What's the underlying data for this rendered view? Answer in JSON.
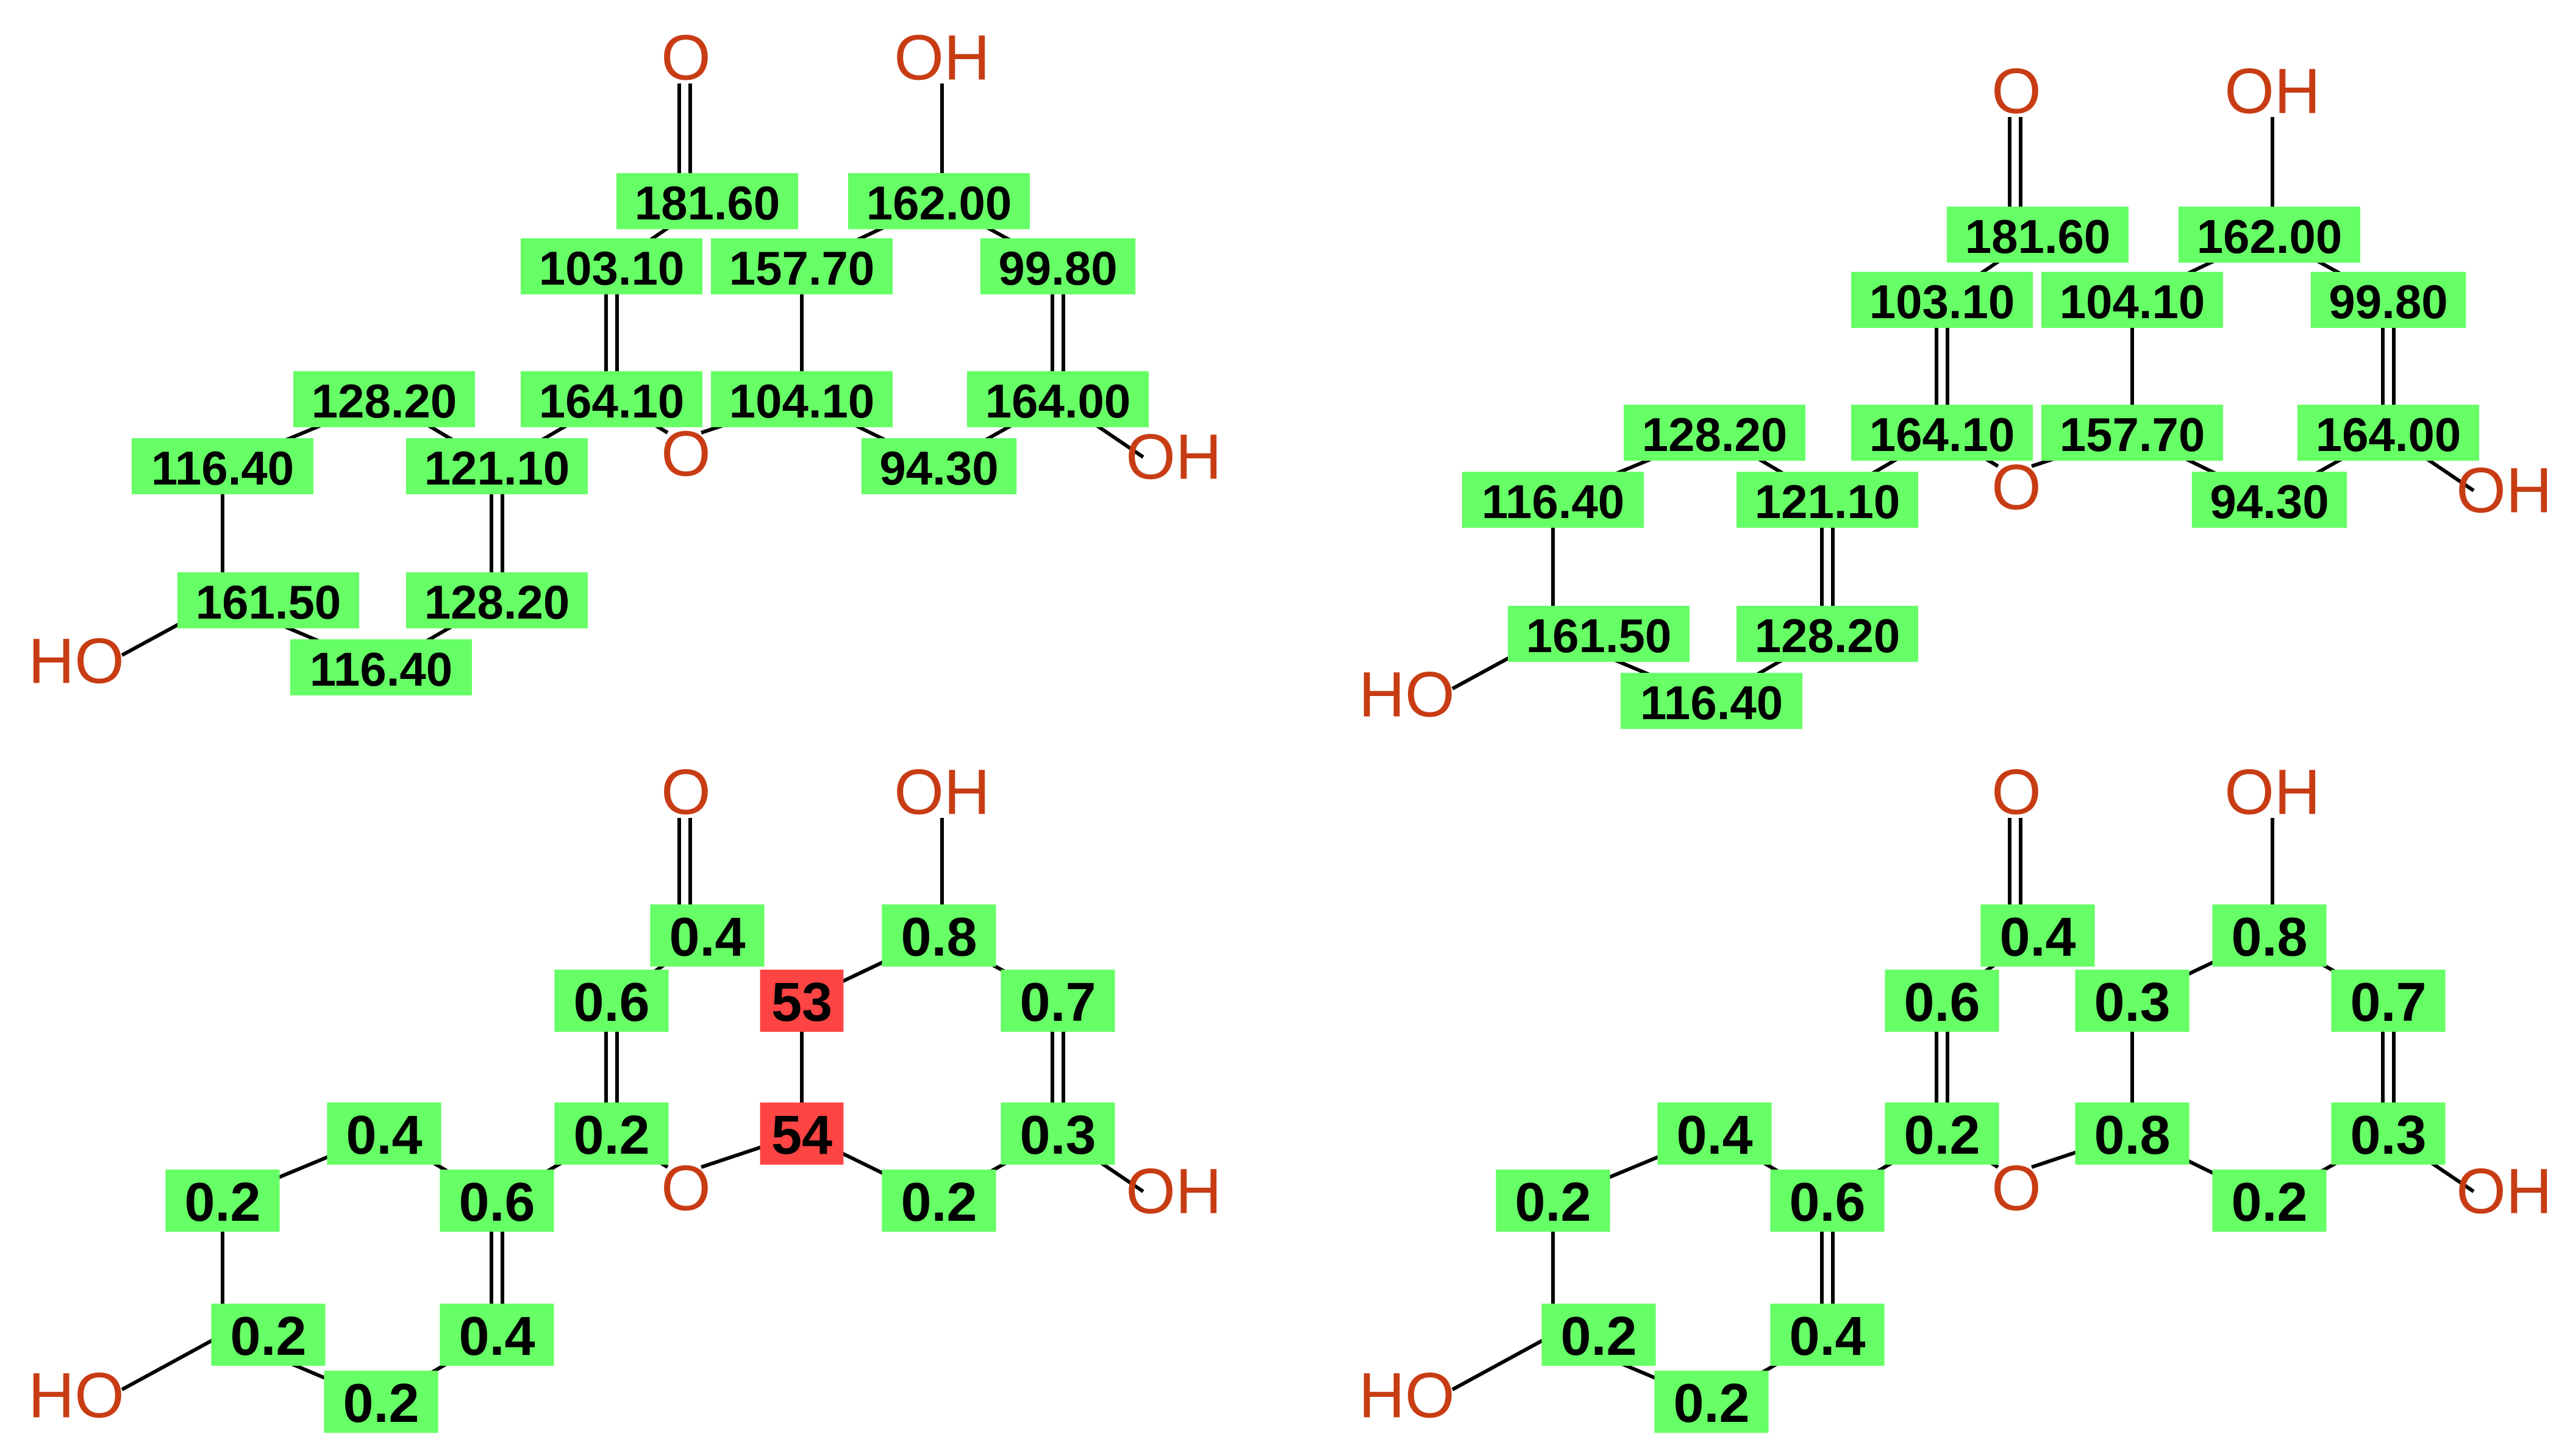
{
  "colors": {
    "ok": "#66ff66",
    "bad": "#ff4444",
    "atom": "#c83c14",
    "bond": "#000000"
  },
  "panels": [
    {
      "id": "shifts-left",
      "labels": [
        "103.10",
        "181.60",
        "157.70",
        "162.00",
        "99.80",
        "164.00",
        "94.30",
        "104.10",
        "164.10",
        "121.10",
        "128.20",
        "116.40",
        "161.50",
        "116.40",
        "128.20"
      ],
      "flags": [
        "ok",
        "ok",
        "ok",
        "ok",
        "ok",
        "ok",
        "ok",
        "ok",
        "ok",
        "ok",
        "ok",
        "ok",
        "ok",
        "ok",
        "ok"
      ],
      "atoms": {
        "O_carbonyl": "O",
        "OH_top": "OH",
        "OH_right": "OH",
        "O_ring": "O",
        "HO_left": "HO"
      }
    },
    {
      "id": "shifts-right",
      "labels": [
        "103.10",
        "181.60",
        "104.10",
        "162.00",
        "99.80",
        "164.00",
        "94.30",
        "157.70",
        "164.10",
        "121.10",
        "128.20",
        "116.40",
        "161.50",
        "116.40",
        "128.20"
      ],
      "flags": [
        "ok",
        "ok",
        "ok",
        "ok",
        "ok",
        "ok",
        "ok",
        "ok",
        "ok",
        "ok",
        "ok",
        "ok",
        "ok",
        "ok",
        "ok"
      ],
      "atoms": {
        "O_carbonyl": "O",
        "OH_top": "OH",
        "OH_right": "OH",
        "O_ring": "O",
        "HO_left": "HO"
      }
    },
    {
      "id": "errors-left",
      "labels": [
        "0.6",
        "0.4",
        "53",
        "0.8",
        "0.7",
        "0.3",
        "0.2",
        "54",
        "0.2",
        "0.6",
        "0.4",
        "0.2",
        "0.2",
        "0.2",
        "0.4"
      ],
      "flags": [
        "ok",
        "ok",
        "bad",
        "ok",
        "ok",
        "ok",
        "ok",
        "bad",
        "ok",
        "ok",
        "ok",
        "ok",
        "ok",
        "ok",
        "ok"
      ],
      "atoms": {
        "O_carbonyl": "O",
        "OH_top": "OH",
        "OH_right": "OH",
        "O_ring": "O",
        "HO_left": "HO"
      }
    },
    {
      "id": "errors-right",
      "labels": [
        "0.6",
        "0.4",
        "0.3",
        "0.8",
        "0.7",
        "0.3",
        "0.2",
        "0.8",
        "0.2",
        "0.6",
        "0.4",
        "0.2",
        "0.2",
        "0.2",
        "0.4"
      ],
      "flags": [
        "ok",
        "ok",
        "ok",
        "ok",
        "ok",
        "ok",
        "ok",
        "ok",
        "ok",
        "ok",
        "ok",
        "ok",
        "ok",
        "ok",
        "ok"
      ],
      "atoms": {
        "O_carbonyl": "O",
        "OH_top": "OH",
        "OH_right": "OH",
        "O_ring": "O",
        "HO_left": "HO"
      }
    }
  ]
}
